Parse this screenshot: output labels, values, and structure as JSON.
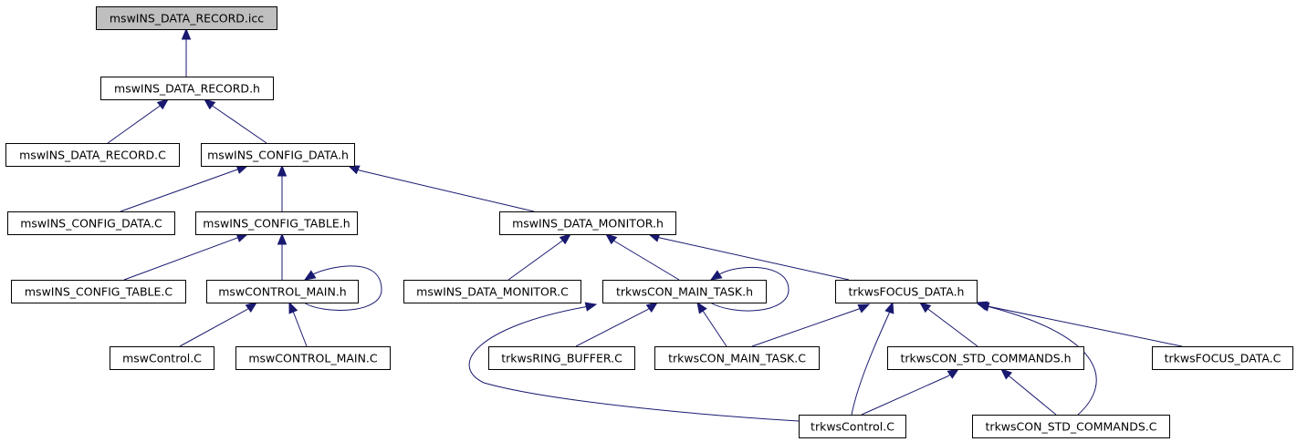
{
  "colors": {
    "edge": "#191970",
    "node_border": "#000000",
    "node_fill": "#ffffff",
    "root_fill": "#bfbfbf"
  },
  "nodes": [
    {
      "id": "rec_icc",
      "label": "mswINS_DATA_RECORD.icc",
      "root": true
    },
    {
      "id": "rec_h",
      "label": "mswINS_DATA_RECORD.h"
    },
    {
      "id": "rec_c",
      "label": "mswINS_DATA_RECORD.C"
    },
    {
      "id": "cfgdata_h",
      "label": "mswINS_CONFIG_DATA.h"
    },
    {
      "id": "cfgdata_c",
      "label": "mswINS_CONFIG_DATA.C"
    },
    {
      "id": "cfgtable_h",
      "label": "mswINS_CONFIG_TABLE.h"
    },
    {
      "id": "monitor_h",
      "label": "mswINS_DATA_MONITOR.h"
    },
    {
      "id": "cfgtable_c",
      "label": "mswINS_CONFIG_TABLE.C"
    },
    {
      "id": "ctrlmain_h",
      "label": "mswCONTROL_MAIN.h"
    },
    {
      "id": "monitor_c",
      "label": "mswINS_DATA_MONITOR.C"
    },
    {
      "id": "contask_h",
      "label": "trkwsCON_MAIN_TASK.h"
    },
    {
      "id": "focus_h",
      "label": "trkwsFOCUS_DATA.h"
    },
    {
      "id": "mswcontrol_c",
      "label": "mswControl.C"
    },
    {
      "id": "ctrlmain_c",
      "label": "mswCONTROL_MAIN.C"
    },
    {
      "id": "ring_c",
      "label": "trkwsRING_BUFFER.C"
    },
    {
      "id": "contask_c",
      "label": "trkwsCON_MAIN_TASK.C"
    },
    {
      "id": "stdcmd_h",
      "label": "trkwsCON_STD_COMMANDS.h"
    },
    {
      "id": "focus_c",
      "label": "trkwsFOCUS_DATA.C"
    },
    {
      "id": "trkcontrol_c",
      "label": "trkwsControl.C"
    },
    {
      "id": "stdcmd_c",
      "label": "trkwsCON_STD_COMMANDS.C"
    }
  ],
  "edges": [
    {
      "from": "rec_h",
      "to": "rec_icc"
    },
    {
      "from": "rec_c",
      "to": "rec_h"
    },
    {
      "from": "cfgdata_h",
      "to": "rec_h"
    },
    {
      "from": "cfgdata_c",
      "to": "cfgdata_h"
    },
    {
      "from": "cfgtable_h",
      "to": "cfgdata_h"
    },
    {
      "from": "monitor_h",
      "to": "cfgdata_h"
    },
    {
      "from": "cfgtable_c",
      "to": "cfgtable_h"
    },
    {
      "from": "ctrlmain_h",
      "to": "cfgtable_h"
    },
    {
      "from": "ctrlmain_h",
      "to": "ctrlmain_h"
    },
    {
      "from": "mswcontrol_c",
      "to": "ctrlmain_h"
    },
    {
      "from": "ctrlmain_c",
      "to": "ctrlmain_h"
    },
    {
      "from": "monitor_c",
      "to": "monitor_h"
    },
    {
      "from": "contask_h",
      "to": "monitor_h"
    },
    {
      "from": "focus_h",
      "to": "monitor_h"
    },
    {
      "from": "contask_h",
      "to": "contask_h"
    },
    {
      "from": "ring_c",
      "to": "contask_h"
    },
    {
      "from": "contask_c",
      "to": "contask_h"
    },
    {
      "from": "trkcontrol_c",
      "to": "contask_h"
    },
    {
      "from": "contask_c",
      "to": "focus_h"
    },
    {
      "from": "trkcontrol_c",
      "to": "focus_h"
    },
    {
      "from": "stdcmd_h",
      "to": "focus_h"
    },
    {
      "from": "stdcmd_c",
      "to": "focus_h"
    },
    {
      "from": "focus_c",
      "to": "focus_h"
    },
    {
      "from": "trkcontrol_c",
      "to": "stdcmd_h"
    },
    {
      "from": "stdcmd_c",
      "to": "stdcmd_h"
    }
  ]
}
